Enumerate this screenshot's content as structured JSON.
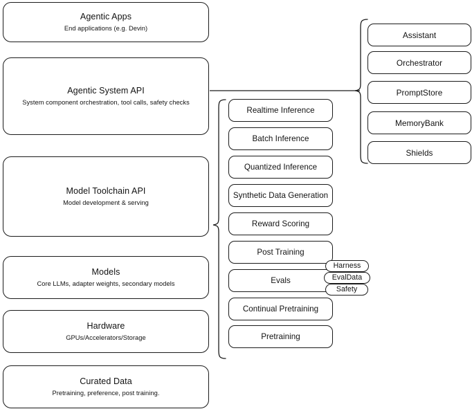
{
  "diagram": {
    "title": "Llama Stack layered architecture diagram",
    "stroke_color": "#1a1a1a",
    "background_color": "#ffffff",
    "layers": [
      {
        "id": "agentic-apps",
        "title": "Agentic Apps",
        "subtitle": "End applications (e.g. Devin)"
      },
      {
        "id": "agentic-system-api",
        "title": "Agentic System API",
        "subtitle": "System component orchestration, tool calls, safety checks"
      },
      {
        "id": "model-toolchain-api",
        "title": "Model Toolchain API",
        "subtitle": "Model development & serving"
      },
      {
        "id": "models",
        "title": "Models",
        "subtitle": "Core LLMs, adapter weights, secondary models"
      },
      {
        "id": "hardware",
        "title": "Hardware",
        "subtitle": "GPUs/Accelerators/Storage"
      },
      {
        "id": "curated-data",
        "title": "Curated Data",
        "subtitle": "Pretraining, preference, post training."
      }
    ],
    "toolchain_capabilities": [
      {
        "id": "realtime-inference",
        "label": "Realtime Inference"
      },
      {
        "id": "batch-inference",
        "label": "Batch Inference"
      },
      {
        "id": "quantized-inference",
        "label": "Quantized Inference"
      },
      {
        "id": "synthetic-data-generation",
        "label": "Synthetic Data Generation"
      },
      {
        "id": "reward-scoring",
        "label": "Reward Scoring"
      },
      {
        "id": "post-training",
        "label": "Post Training"
      },
      {
        "id": "evals",
        "label": "Evals"
      },
      {
        "id": "continual-pretraining",
        "label": "Continual Pretraining"
      },
      {
        "id": "pretraining",
        "label": "Pretraining"
      }
    ],
    "evals_badges": [
      {
        "id": "harness",
        "label": "Harness"
      },
      {
        "id": "evaldata",
        "label": "EvalData"
      },
      {
        "id": "safety",
        "label": "Safety"
      }
    ],
    "system_components": [
      {
        "id": "assistant",
        "label": "Assistant"
      },
      {
        "id": "orchestrator",
        "label": "Orchestrator"
      },
      {
        "id": "promptstore",
        "label": "PromptStore"
      },
      {
        "id": "memorybank",
        "label": "MemoryBank"
      },
      {
        "id": "shields",
        "label": "Shields"
      }
    ]
  }
}
